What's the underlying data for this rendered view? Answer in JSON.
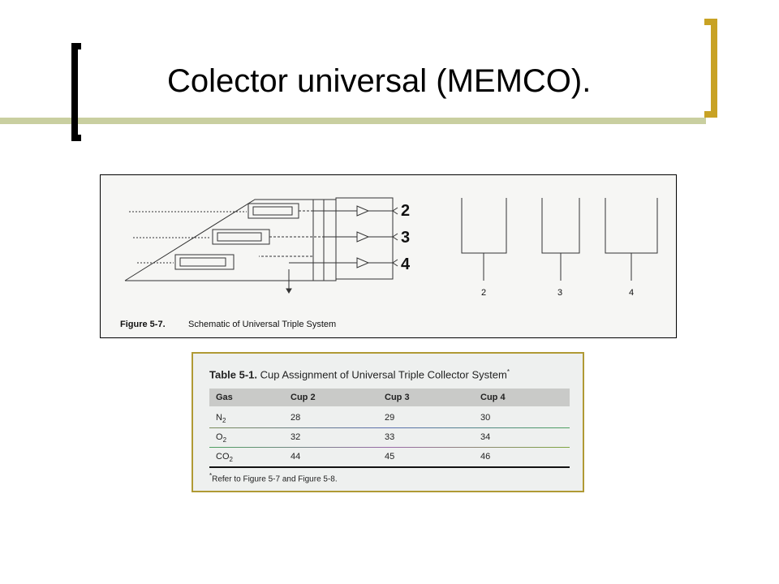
{
  "slide": {
    "title": "Colector universal (MEMCO).",
    "accent_color": "#c8a224",
    "bar_color": "#c9cfa0"
  },
  "figure": {
    "number": "Figure 5-7.",
    "caption": "Schematic of Universal Triple System",
    "collector_labels": [
      "2",
      "3",
      "4"
    ],
    "cup_labels": [
      "2",
      "3",
      "4"
    ]
  },
  "table": {
    "number": "Table 5-1.",
    "title": "Cup Assignment of Universal Triple Collector System",
    "title_mark": "*",
    "columns": [
      "Gas",
      "Cup 2",
      "Cup 3",
      "Cup 4"
    ],
    "rows": [
      {
        "gas": "N",
        "sub": "2",
        "cup2": "28",
        "cup3": "29",
        "cup4": "30"
      },
      {
        "gas": "O",
        "sub": "2",
        "cup2": "32",
        "cup3": "33",
        "cup4": "34"
      },
      {
        "gas": "CO",
        "sub": "2",
        "cup2": "44",
        "cup3": "45",
        "cup4": "46"
      }
    ],
    "footnote_mark": "*",
    "footnote": "Refer to Figure 5-7 and Figure 5-8."
  }
}
